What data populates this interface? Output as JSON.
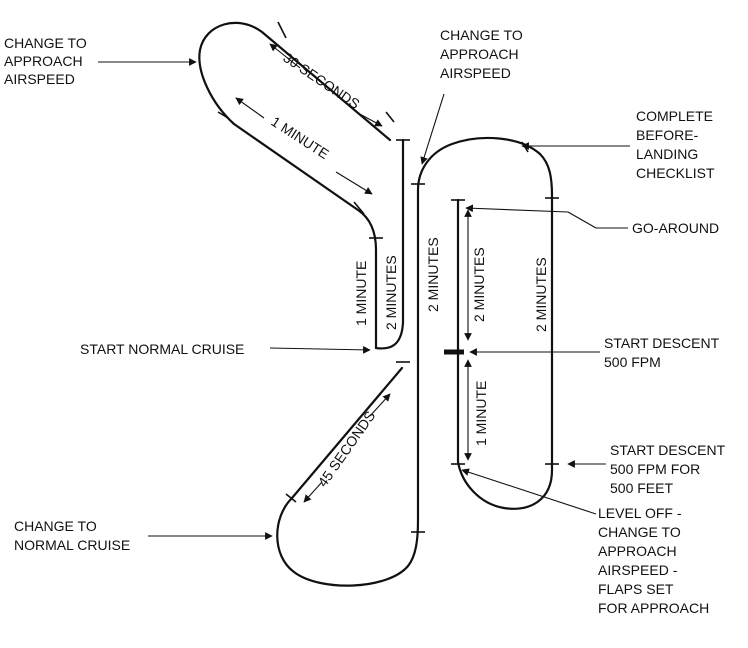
{
  "labels": {
    "change_to_approach_left": [
      "CHANGE TO",
      "APPROACH",
      "AIRSPEED"
    ],
    "change_to_approach_top": [
      "CHANGE TO",
      "APPROACH",
      "AIRSPEED"
    ],
    "complete_before_landing": [
      "COMPLETE",
      "BEFORE-",
      "LANDING",
      "CHECKLIST"
    ],
    "go_around": [
      "GO-AROUND"
    ],
    "start_normal_cruise": [
      "START NORMAL CRUISE"
    ],
    "start_descent_500fpm": [
      "START DESCENT",
      "500 FPM"
    ],
    "start_descent_500fpm_500ft": [
      "START DESCENT",
      "500 FPM FOR",
      "500 FEET"
    ],
    "change_to_normal_cruise": [
      "CHANGE TO",
      "NORMAL CRUISE"
    ],
    "level_off": [
      "LEVEL OFF -",
      "CHANGE TO",
      "APPROACH",
      "AIRSPEED -",
      "FLAPS SET",
      "FOR APPROACH"
    ]
  },
  "durations": {
    "thirty_seconds": "30 SECONDS",
    "one_minute_diag": "1 MINUTE",
    "one_minute_left_leg": "1 MINUTE",
    "two_minutes_left_leg": "2 MINUTES",
    "two_minutes_center": "2 MINUTES",
    "two_minutes_inner": "2 MINUTES",
    "two_minutes_right": "2 MINUTES",
    "one_minute_inner": "1 MINUTE",
    "forty_five_seconds": "45 SECONDS"
  }
}
